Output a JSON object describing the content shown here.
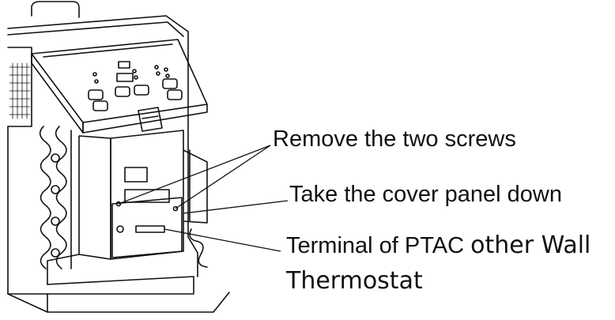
{
  "labels": {
    "remove_screws": "Remove the two screws",
    "take_cover": "Take the cover panel down",
    "terminal_part1": "Terminal of PTAC",
    "terminal_part2": "other Wall",
    "terminal_line2": "Thermostat"
  },
  "colors": {
    "line": "#111111",
    "background": "#ffffff"
  }
}
